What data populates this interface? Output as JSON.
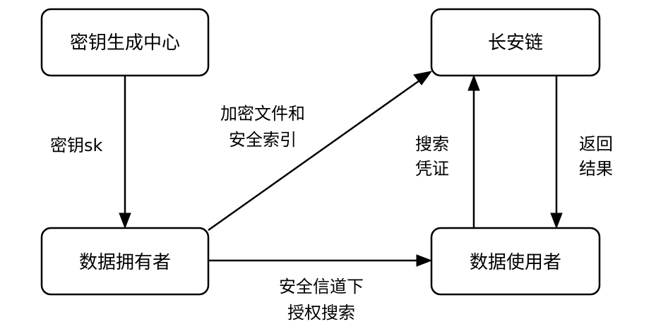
{
  "nodes": {
    "key_center": "密钥生成中心",
    "chain": "长安链",
    "data_owner": "数据拥有者",
    "data_user": "数据使用者"
  },
  "edges": {
    "key_to_owner": [
      "密钥sk"
    ],
    "owner_to_chain": [
      "加密文件和",
      "安全索引"
    ],
    "user_to_chain": [
      "搜索",
      "凭证"
    ],
    "chain_to_user": [
      "返回",
      "结果"
    ],
    "owner_to_user": [
      "安全信道下",
      "授权搜索"
    ]
  }
}
